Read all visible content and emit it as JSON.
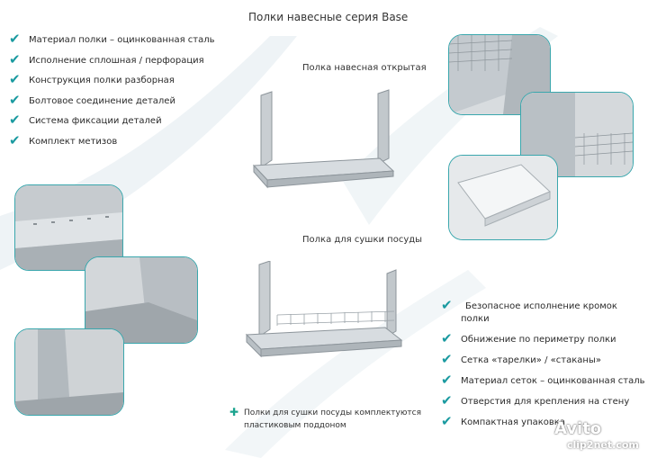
{
  "title": "Полки навесные серия Base",
  "left_features": [
    "Материал полки – оцинкованная сталь",
    "Исполнение сплошная / перфорация",
    "Конструкция полки разборная",
    "Болтовое соединение деталей",
    "Система фиксации деталей",
    "Комплект метизов"
  ],
  "right_features": [
    "Безопасное исполнение кромок полки",
    "Обнижение по периметру полки",
    "Сетка «тарелки» / «стаканы»",
    "Материал сеток – оцинкованная сталь",
    "Отверстия для крепления на стену",
    "Компактная упаковка"
  ],
  "captions": {
    "open_shelf": "Полка навесная открытая",
    "dish_shelf": "Полка для сушки посуды"
  },
  "note": "Полки для сушки посуды комплектуются пластиковым поддоном",
  "watermark": {
    "avito": "Avito",
    "clip": "clip2net.com"
  },
  "colors": {
    "accent": "#1a9aa0",
    "frame": "#3aa7ad"
  }
}
